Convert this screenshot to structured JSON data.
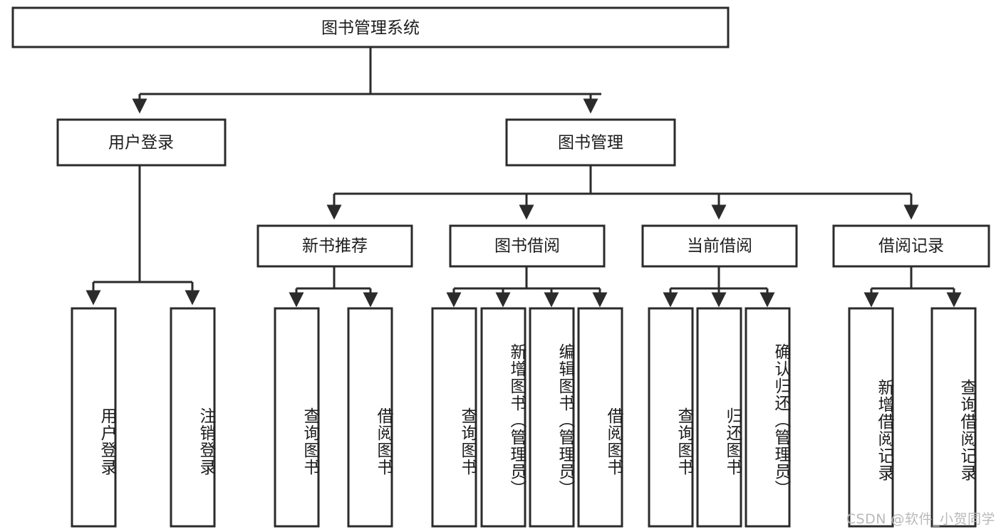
{
  "diagram": {
    "type": "tree-hierarchy",
    "title": "图书管理系统",
    "root": {
      "label": "图书管理系统"
    },
    "level2": [
      {
        "label": "用户登录"
      },
      {
        "label": "图书管理"
      }
    ],
    "level3": [
      {
        "label": "新书推荐",
        "parent": "图书管理"
      },
      {
        "label": "图书借阅",
        "parent": "图书管理"
      },
      {
        "label": "当前借阅",
        "parent": "图书管理"
      },
      {
        "label": "借阅记录",
        "parent": "图书管理"
      }
    ],
    "leaves": {
      "user_login": [
        {
          "label": "用户登录"
        },
        {
          "label": "注销登录"
        }
      ],
      "new_book_recommend": [
        {
          "label": "查询图书"
        },
        {
          "label": "借阅图书"
        }
      ],
      "book_borrow": [
        {
          "label": "查询图书"
        },
        {
          "label": "新增图书（管理员）"
        },
        {
          "label": "编辑图书（管理员）"
        },
        {
          "label": "借阅图书"
        }
      ],
      "current_borrow": [
        {
          "label": "查询图书"
        },
        {
          "label": "归还图书"
        },
        {
          "label": "确认归还（管理员）"
        }
      ],
      "borrow_record": [
        {
          "label": "新增借阅记录"
        },
        {
          "label": "查询借阅记录"
        }
      ]
    }
  },
  "watermark": {
    "text": "CSDN @软件_小贺同学"
  },
  "colors": {
    "stroke": "#2b2b2b",
    "fill": "#ffffff",
    "text": "#1c1c1c",
    "watermark": "#b9b9b9"
  }
}
